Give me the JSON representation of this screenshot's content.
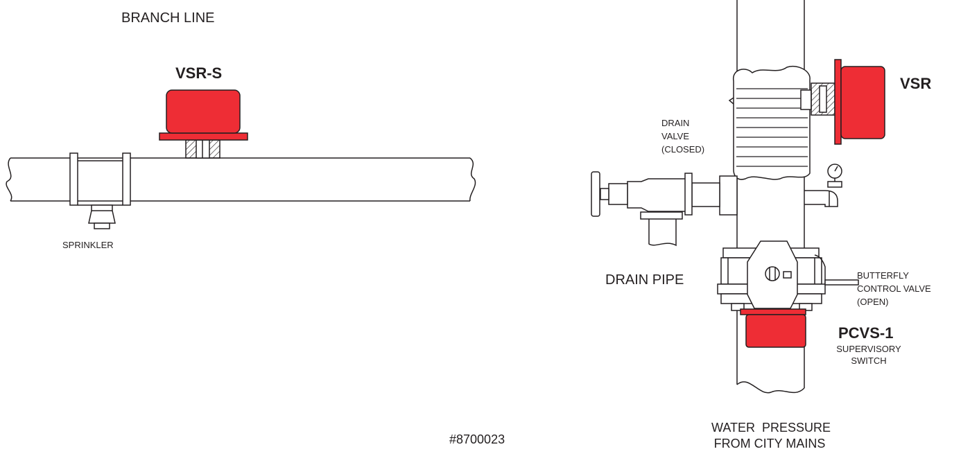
{
  "labels": {
    "branch_line": "BRANCH LINE",
    "vsr_s": "VSR-S",
    "sprinkler": "SPRINKLER",
    "drain_valve": [
      "DRAIN",
      "VALVE",
      "(CLOSED)"
    ],
    "drain_pipe": "DRAIN PIPE",
    "vsr": "VSR",
    "butterfly": [
      "BUTTERFLY",
      "CONTROL VALVE",
      "(OPEN)"
    ],
    "pcvs": "PCVS-1",
    "supervisory": [
      "SUPERVISORY",
      "SWITCH"
    ],
    "water": [
      "WATER  PRESSURE",
      "FROM CITY MAINS"
    ],
    "part_number": "#8700023"
  },
  "colors": {
    "switch_red": "#ee2d35",
    "line": "#231f20"
  }
}
